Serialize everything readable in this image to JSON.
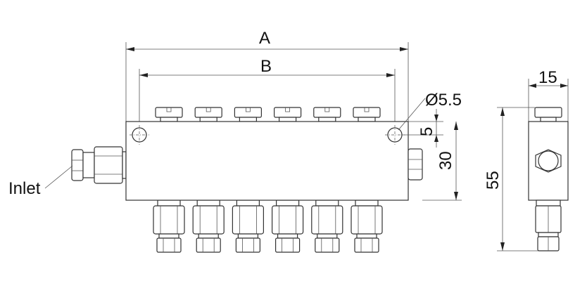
{
  "dimensions": {
    "overall_length": "A",
    "hole_spacing": "B",
    "hole_diameter": "Ø5.5",
    "hole_offset": "5",
    "block_height": "30",
    "total_height": "55",
    "block_width": "15"
  },
  "labels": {
    "inlet": "Inlet"
  },
  "outlet_count": 6
}
